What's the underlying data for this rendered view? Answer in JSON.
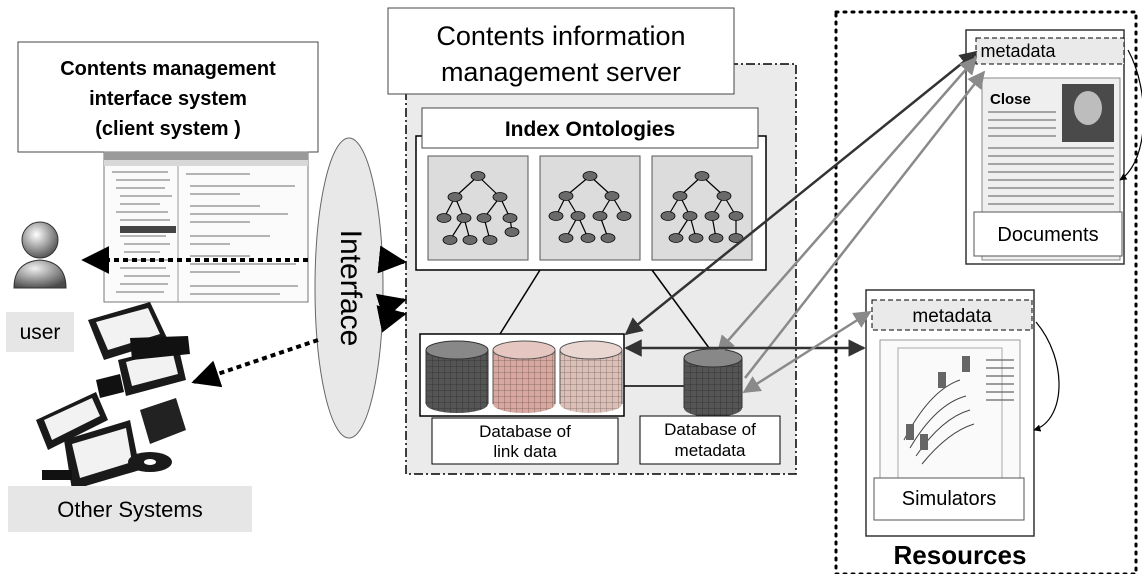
{
  "client": {
    "title_line1": "Contents management",
    "title_line2": "interface system",
    "title_line3": "(client system )",
    "user_label": "user",
    "other_systems_label": "Other Systems"
  },
  "interface_label": "Interface",
  "server": {
    "title_line1": "Contents information",
    "title_line2": "management server",
    "ontologies_title": "Index Ontologies",
    "link_db_line1": "Database of",
    "link_db_line2": "link data",
    "meta_db_line1": "Database of",
    "meta_db_line2": "metadata"
  },
  "resources": {
    "title": "Resources",
    "documents": {
      "metadata_label": "metadata",
      "label": "Documents"
    },
    "simulators": {
      "metadata_label": "metadata",
      "label": "Simulators"
    }
  },
  "colors": {
    "db_dark": "#555555",
    "db_red": "#d8a8a0",
    "db_pink": "#dcc0b8",
    "arrow_dark": "#333333",
    "arrow_gray": "#8a8a8a",
    "panel_bg": "#e6e6e6",
    "node_fill": "#6a6a6a"
  }
}
